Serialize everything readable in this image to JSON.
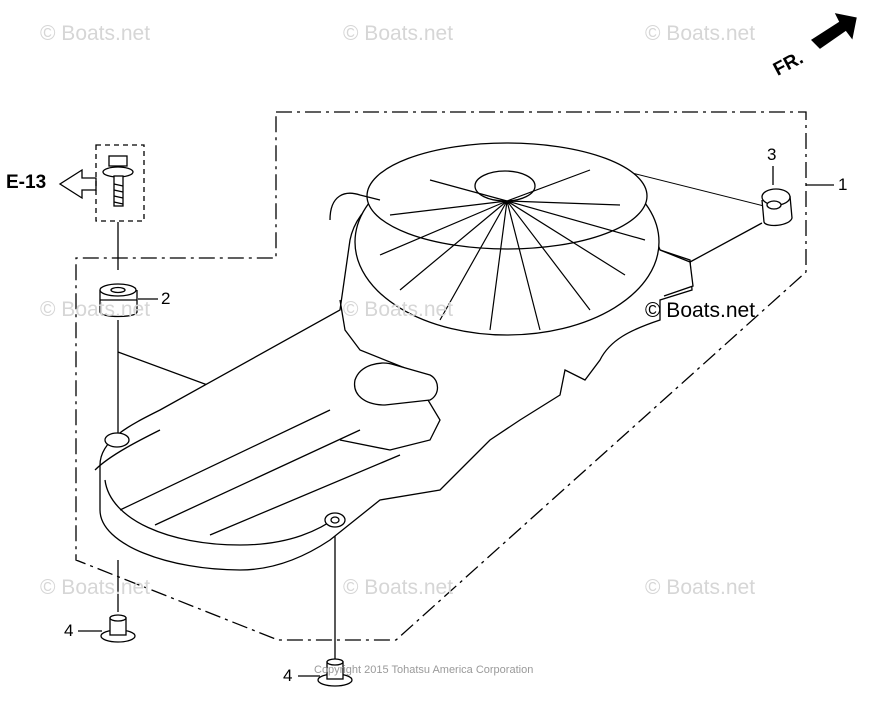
{
  "watermark": {
    "text": "© Boats.net"
  },
  "brand_label": "© Boats.net",
  "direction": {
    "label": "FR."
  },
  "reference": {
    "label": "E-13"
  },
  "callouts": {
    "c1": "1",
    "c2": "2",
    "c3": "3",
    "c4a": "4",
    "c4b": "4"
  },
  "copyright": "Copyright 2015 Tohatsu America Corporation",
  "colors": {
    "line": "#000000",
    "fill": "#ffffff",
    "watermark": "#d6d6d6",
    "copyright": "#9a9a9a"
  }
}
